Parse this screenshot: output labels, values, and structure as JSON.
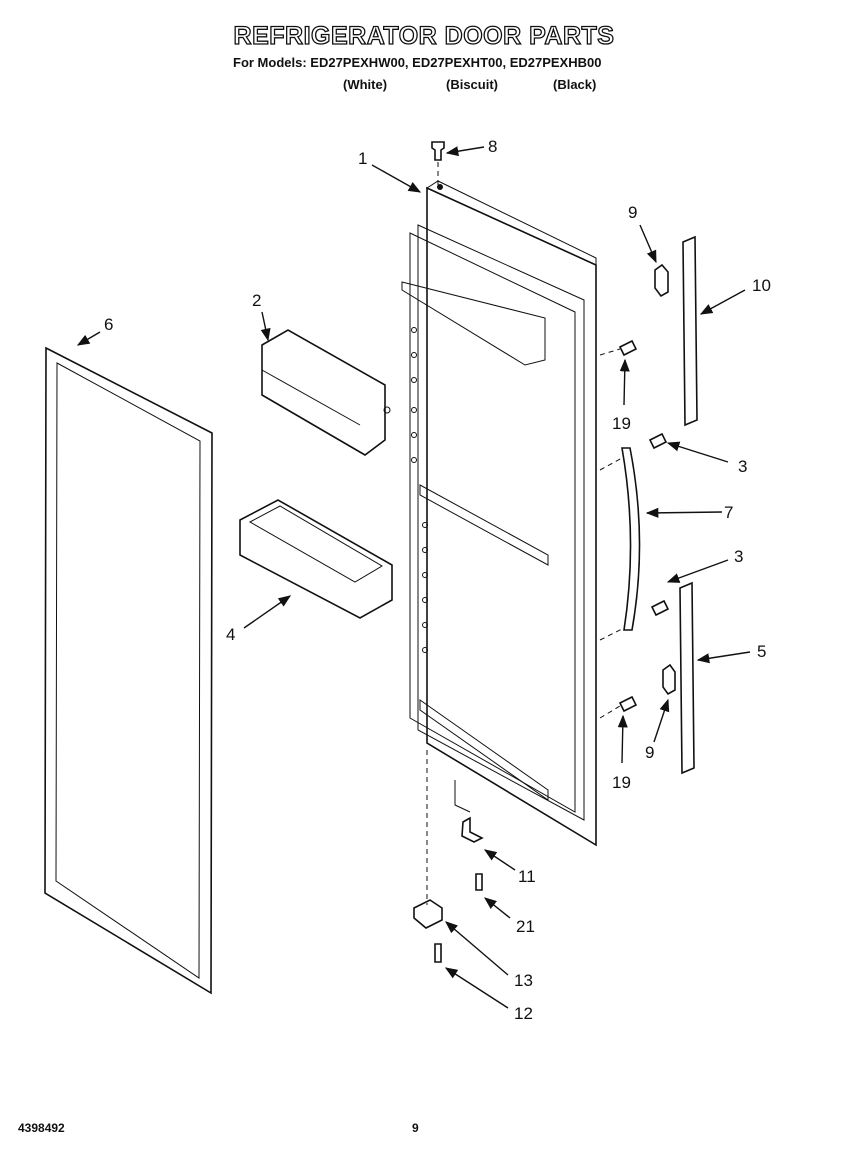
{
  "header": {
    "title": "REFRIGERATOR DOOR PARTS",
    "models_line": "For Models: ED27PEXHW00, ED27PEXHT00, ED27PEXHB00",
    "finishes": [
      "(White)",
      "(Biscuit)",
      "(Black)"
    ]
  },
  "footer": {
    "doc_number": "4398492",
    "page_number": "9"
  },
  "callouts": {
    "c1": "1",
    "c2": "2",
    "c3a": "3",
    "c3b": "3",
    "c4": "4",
    "c5": "5",
    "c6": "6",
    "c7": "7",
    "c8": "8",
    "c9a": "9",
    "c9b": "9",
    "c10": "10",
    "c11": "11",
    "c12": "12",
    "c13": "13",
    "c19a": "19",
    "c19b": "19",
    "c21": "21"
  }
}
